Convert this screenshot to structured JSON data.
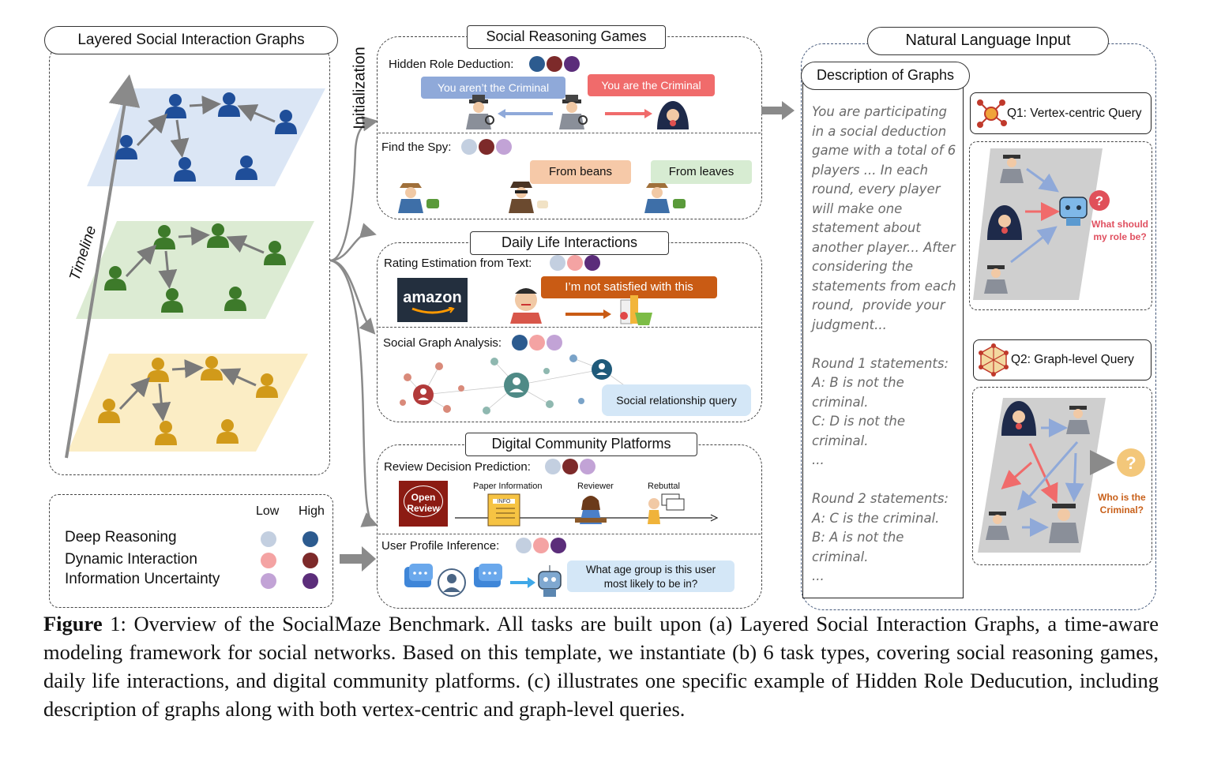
{
  "panel_a": {
    "title": "Layered Social Interaction Graphs",
    "timeline_label": "Timeline",
    "layer_colors": {
      "blue": "#1f4e99",
      "green": "#3d7a2a",
      "yellow": "#d19a1a"
    },
    "legend": {
      "low_label": "Low",
      "high_label": "High",
      "rows": [
        {
          "label": "Deep Reasoning",
          "low": "#c3cfe0",
          "high": "#2c5b8f"
        },
        {
          "label": "Dynamic Interaction",
          "low": "#f4a3a3",
          "high": "#7d2a2a"
        },
        {
          "label": "Information Uncertainty",
          "low": "#c2a3d6",
          "high": "#5b2d7a"
        }
      ]
    }
  },
  "initialization_label": "Initialization",
  "panel_b": {
    "social_reasoning_games": {
      "title": "Social Reasoning Games",
      "hidden_role": {
        "label": "Hidden Role Deduction:",
        "dots": [
          "#2c5b8f",
          "#7d2a2a",
          "#5b2d7a"
        ],
        "bubble_left": "You aren’t the Criminal",
        "bubble_right": "You are the Criminal"
      },
      "find_spy": {
        "label": "Find the Spy:",
        "dots": [
          "#c3cfe0",
          "#7d2a2a",
          "#c2a3d6"
        ],
        "bubble_beans": "From beans",
        "bubble_leaves": "From leaves"
      }
    },
    "daily_life": {
      "title": "Daily Life Interactions",
      "rating": {
        "label": "Rating Estimation from Text:",
        "dots": [
          "#c3cfe0",
          "#f4a3a3",
          "#5b2d7a"
        ],
        "logo": "amazon",
        "bubble": "I’m not satisfied with this"
      },
      "social_graph": {
        "label": "Social Graph Analysis:",
        "dots": [
          "#2c5b8f",
          "#f4a3a3",
          "#c2a3d6"
        ],
        "bubble": "Social relationship query"
      }
    },
    "digital_community": {
      "title": "Digital Community Platforms",
      "review": {
        "label": "Review Decision Prediction:",
        "dots": [
          "#c3cfe0",
          "#7d2a2a",
          "#c2a3d6"
        ],
        "logo_line1": "Open",
        "logo_line2": "Review",
        "step1": "Paper Information",
        "step1_badge": "INFO",
        "step2": "Reviewer",
        "step3": "Rebuttal"
      },
      "user_profile": {
        "label": "User Profile Inference:",
        "dots": [
          "#c3cfe0",
          "#f4a3a3",
          "#5b2d7a"
        ],
        "bubble_line1": "What age group is this user",
        "bubble_line2": "most likely to be in?"
      }
    }
  },
  "panel_c": {
    "title": "Natural Language Input",
    "description_title": "Description of Graphs",
    "description_text": "You are participating in a social deduction game with a total of 6 players ... In each round, every player will make one statement about another player... After considering the statements from each round,  provide your judgment...\n\nRound 1 statements:\nA: B is not the criminal.\nC: D is not the criminal.\n...\n\nRound 2 statements:\nA: C is the criminal.\nB: A is not the criminal.\n...",
    "q1_label": "Q1: Vertex-centric Query",
    "q1_question_line1": "What should",
    "q1_question_line2": "my role be?",
    "q2_label": "Q2: Graph-level Query",
    "q2_question_line1": "Who is the",
    "q2_question_line2": "Criminal?"
  },
  "caption": {
    "figure_label": "Figure",
    "text": " 1: Overview of the SocialMaze Benchmark. All tasks are built upon (a) Layered Social Interaction Graphs, a time-aware modeling framework for social networks. Based on this template, we instantiate (b) 6 task types, covering social reasoning games, daily life interactions, and digital community platforms. (c) illustrates one specific example of Hidden Role Deducution, including description of graphs along with both vertex-centric and graph-level queries."
  }
}
